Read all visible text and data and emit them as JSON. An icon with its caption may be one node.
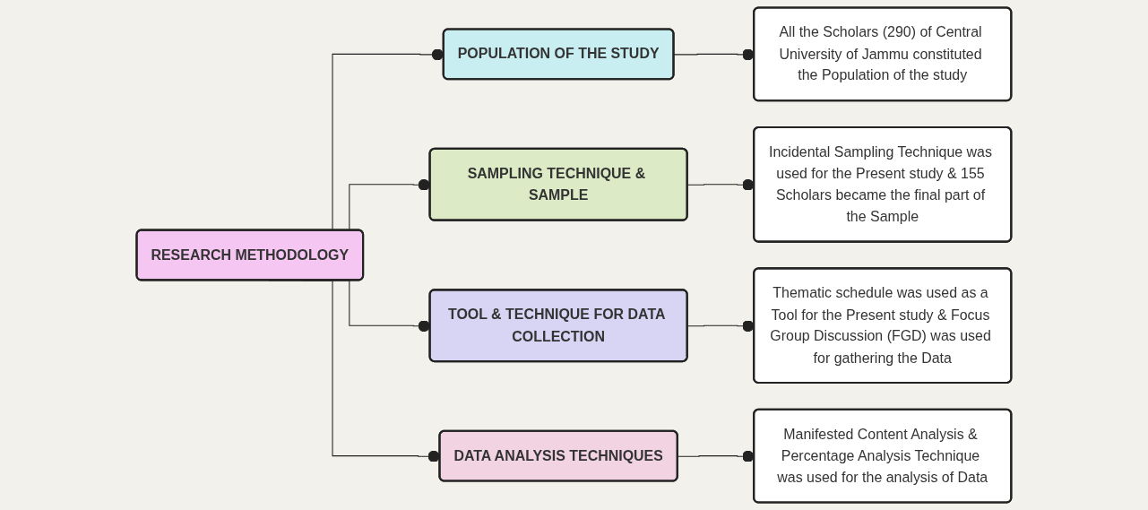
{
  "diagram": {
    "nodes": [
      {
        "text": [
          "RESEARCH METHODOLOGY"
        ]
      },
      {
        "text": [
          "POPULATION OF THE STUDY"
        ]
      },
      {
        "text": [
          "All the Scholars (290) of Central University of Jammu constituted the Population of the study"
        ]
      },
      {
        "text": [
          "SAMPLING TECHNIQUE & SAMPLE"
        ]
      },
      {
        "text": [
          "Incidental Sampling Technique was used for the Present study & 155 Scholars became the final part of the Sample"
        ]
      },
      {
        "text": [
          "TOOL & TECHNIQUE FOR DATA COLLECTION"
        ]
      },
      {
        "text": [
          "Thematic schedule was used as a Tool for the Present study & Focus Group Discussion (FGD) was used for gathering the Data"
        ]
      },
      {
        "text": [
          "DATA ANALYSIS TECHNIQUES"
        ]
      },
      {
        "text": [
          "Manifested Content Analysis & Percentage Analysis Technique was used for the analysis of Data"
        ]
      }
    ],
    "edges": [
      {
        "from": 0,
        "to": 1,
        "arrow": "other"
      },
      {
        "from": 0,
        "to": 3,
        "arrow": "other"
      },
      {
        "from": 0,
        "to": 5,
        "arrow": "other"
      },
      {
        "from": 0,
        "to": 7,
        "arrow": "other"
      },
      {
        "from": 1,
        "to": 2,
        "arrow": "other"
      },
      {
        "from": 3,
        "to": 4,
        "arrow": "other"
      },
      {
        "from": 5,
        "to": 6,
        "arrow": "other"
      },
      {
        "from": 7,
        "to": 8,
        "arrow": "other"
      }
    ]
  }
}
